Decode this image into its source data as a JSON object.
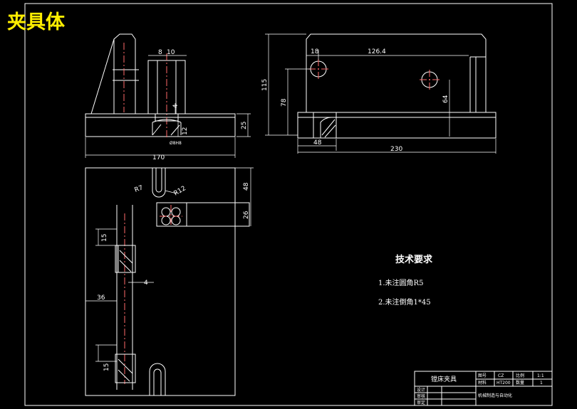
{
  "drawing_title": "夹具体",
  "front_view": {
    "dims": {
      "d1": "8",
      "d2": "10",
      "d3": "4",
      "d4": "12",
      "d5": "25",
      "d6": "170",
      "d7": "Ø8H8"
    }
  },
  "side_view": {
    "dims": {
      "d1": "18",
      "d2": "126.4",
      "d3": "115",
      "d4": "78",
      "d5": "64",
      "d6": "48",
      "d7": "230"
    }
  },
  "top_view": {
    "dims": {
      "d1": "R7",
      "d2": "R12",
      "d3": "48",
      "d4": "26",
      "d5": "15",
      "d6": "4",
      "d7": "36",
      "d8": "15"
    }
  },
  "requirements": {
    "heading": "技术要求",
    "items": [
      "1.未注圆角R5",
      "2.未注倒角1*45"
    ]
  },
  "title_block": {
    "name": "镗床夹具",
    "r1c1": "图号",
    "r1c2": "CZ",
    "r1c3": "比例",
    "r1c4": "1:1",
    "r2c1": "材料",
    "r2c2": "HT200",
    "r2c3": "数量",
    "r2c4": "1",
    "lbl1": "设计",
    "lbl2": "审核",
    "lbl3": "审定",
    "org": "机械制造与自动化"
  }
}
